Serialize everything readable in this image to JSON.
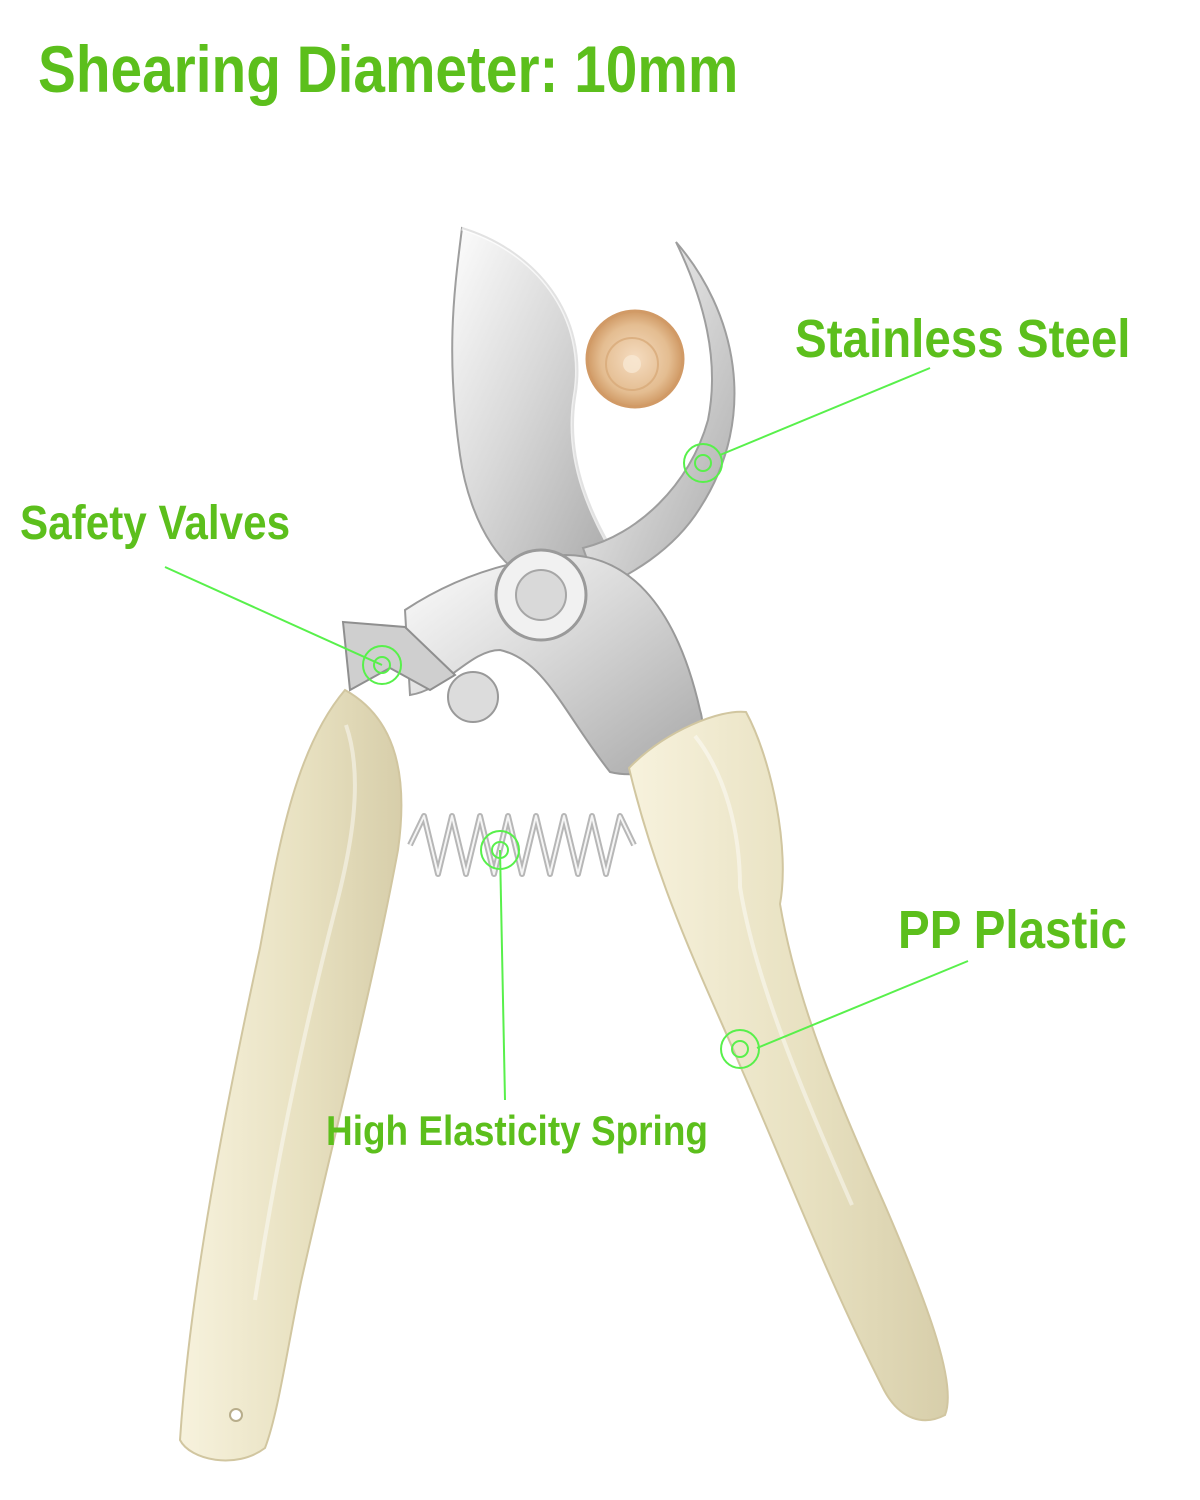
{
  "product": {
    "headline": "Shearing Diameter: 10mm"
  },
  "callouts": {
    "stainless_steel": "Stainless Steel",
    "safety_valves": "Safety Valves",
    "pp_plastic": "PP Plastic",
    "spring": "High Elasticity Spring"
  },
  "colors": {
    "accent_green": "#5cbf1c",
    "handle_cream": "#ece6ca",
    "blade_steel": "#d8d8d8",
    "wood_disc": "#e7c49e"
  },
  "icons": {
    "target_marker": "target-icon"
  }
}
